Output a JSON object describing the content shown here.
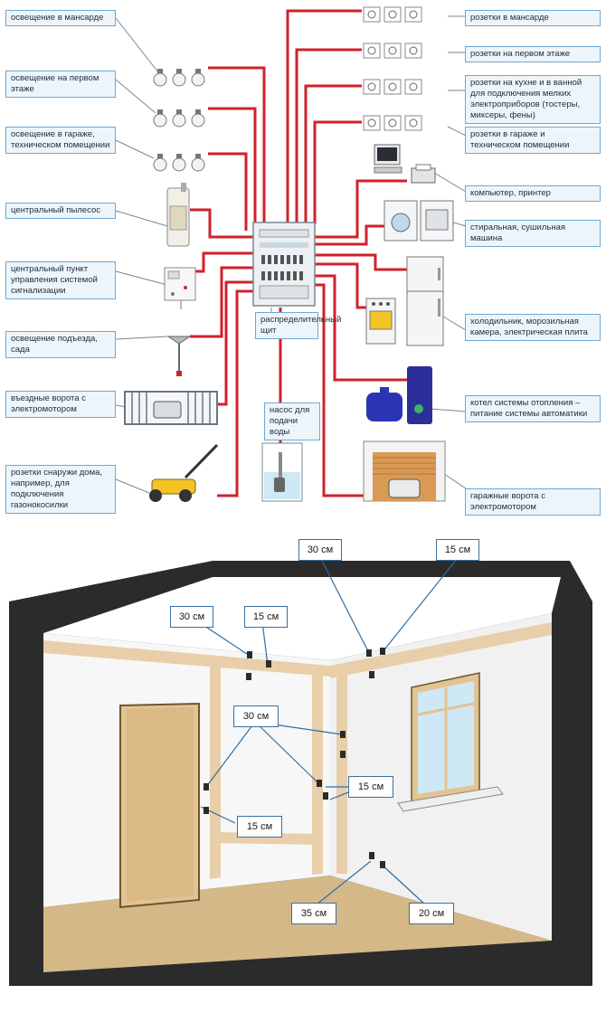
{
  "wiring": {
    "left_labels": [
      "освещение в мансарде",
      "освещение на первом этаже",
      "освещение в гараже, техническом помещении",
      "центральный пылесос",
      "центральный пункт управления системой сигнализации",
      "освещение подъезда, сада",
      "въездные ворота с электромотором",
      "розетки снаружи дома, например, для подключения газонокосилки"
    ],
    "right_labels": [
      "розетки в мансарде",
      "розетки на первом этаже",
      "розетки на кухне и в ванной для подключения мелких электроприборов (тостеры, миксеры, фены)",
      "розетки в гараже и техническом помещении",
      "компьютер, принтер",
      "стиральная, сушильная машина",
      "холодильник, морозильная камера, электрическая плита",
      "котел системы отопления – питание системы автоматики",
      "гаражные ворота с электромотором"
    ],
    "panel_label": "распределительный щит",
    "pump_label": "насос для подачи воды",
    "wire_color": "#d0222b",
    "label_border_color": "#6fa8d2"
  },
  "room": {
    "measurements": [
      "30 см",
      "15 см",
      "30 см",
      "15 см",
      "30 см",
      "15 см",
      "15 см",
      "35 см",
      "20 см"
    ],
    "floor_color": "#d4b888",
    "strip_color": "#e8cfaa"
  }
}
